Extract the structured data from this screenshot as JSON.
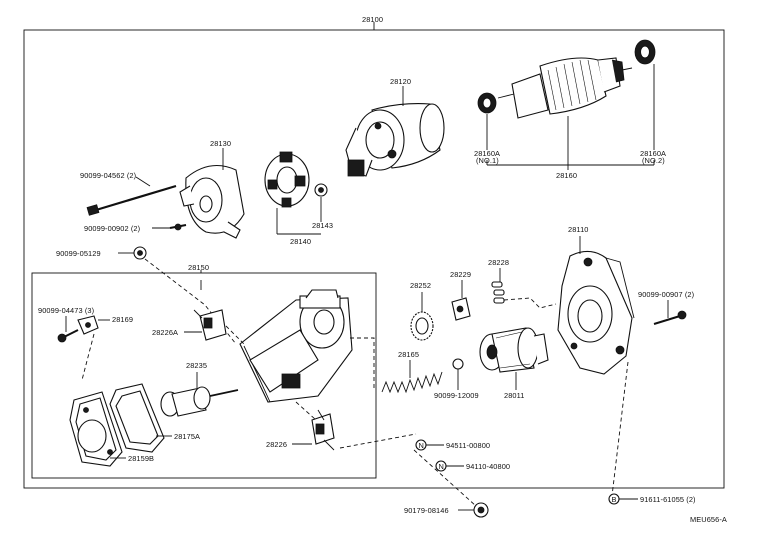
{
  "labels": {
    "l28100": "28100",
    "l28120": "28120",
    "l28130": "28130",
    "l90099_04562": "90099-04562 (2)",
    "l90099_00902": "90099-00902 (2)",
    "l28140": "28140",
    "l28143": "28143",
    "l28160A_1": "28160A",
    "no1": "(NO.1)",
    "l28160": "28160",
    "l28160A_2": "28160A",
    "no2": "(NO.2)",
    "l90099_05129": "90099-05129",
    "l28150": "28150",
    "l28110": "28110",
    "l90099_00907": "90099-00907 (2)",
    "l90099_04473": "90099-04473 (3)",
    "l28169": "28169",
    "l28226A": "28226A",
    "l28252": "28252",
    "l28229": "28229",
    "l28228": "28228",
    "l28235": "28235",
    "l28165": "28165",
    "l90099_12009": "90099-12009",
    "l28011": "28011",
    "l28175A": "28175A",
    "l28226": "28226",
    "l28159B": "28159B",
    "n_marker": "N",
    "l94511_00800": "94511-00800",
    "l94110_40800": "94110-40800",
    "l90179_08146": "90179-08146",
    "b_marker": "B",
    "l91611_61055": "91611-61055 (2)",
    "l_meu": "MEU656-A"
  }
}
